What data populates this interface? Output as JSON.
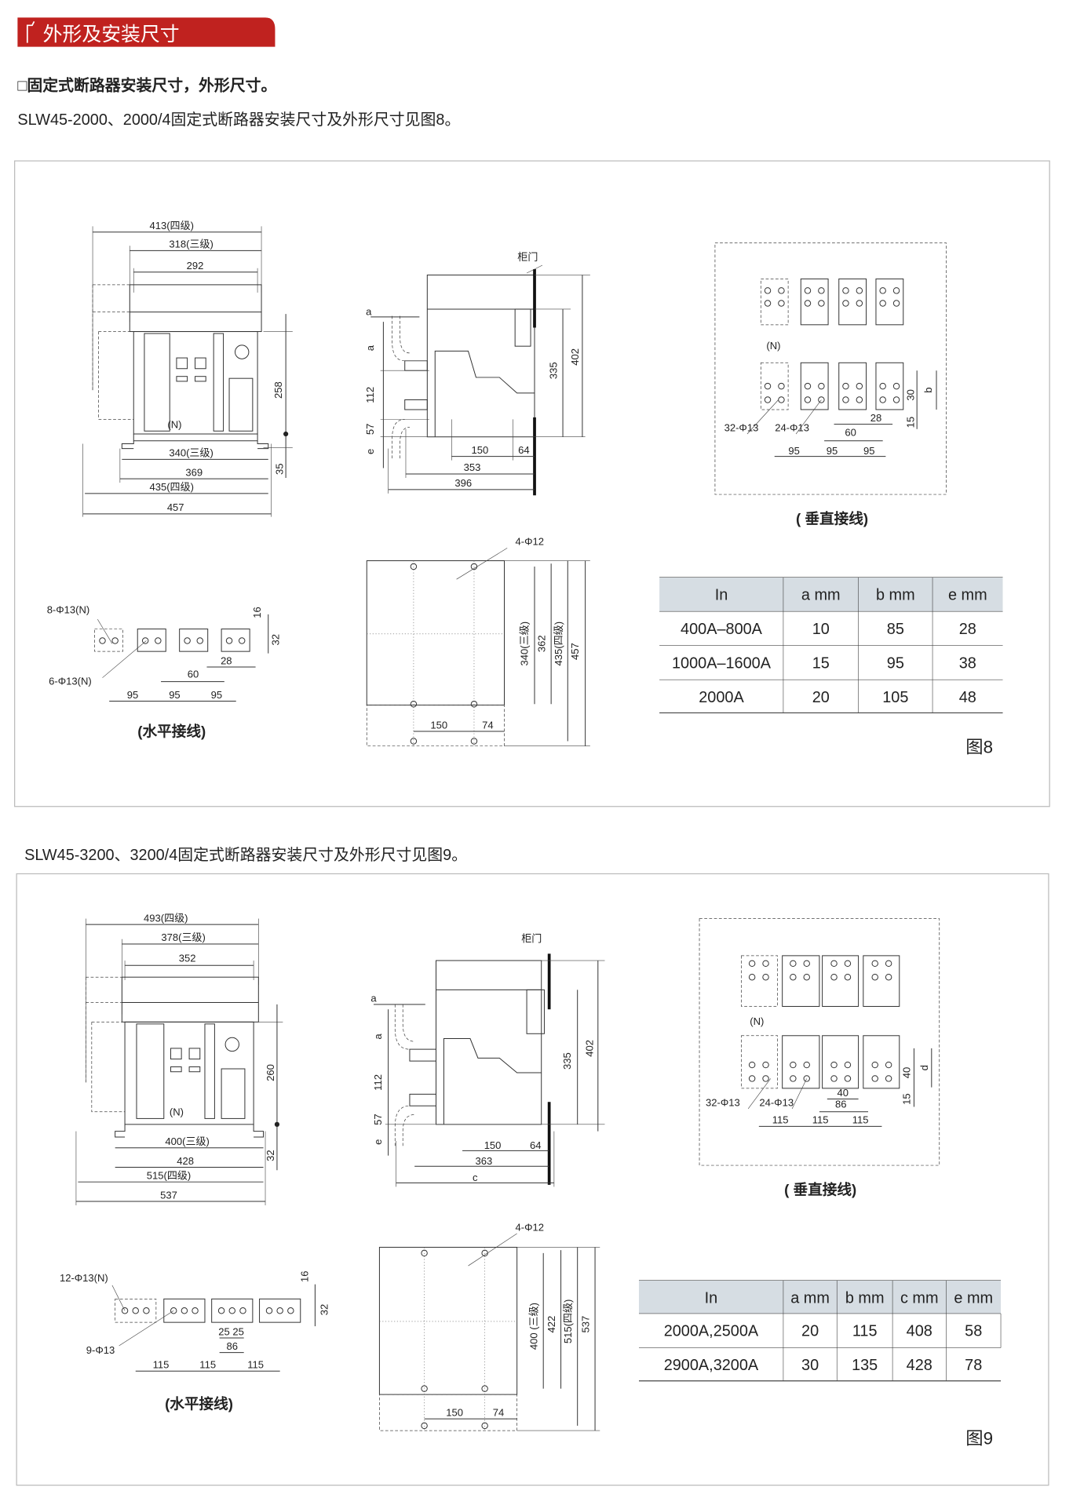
{
  "header": {
    "title": "外形及安装尺寸",
    "color": "#c0221f"
  },
  "intro": {
    "line1": "□固定式断路器安装尺寸，外形尺寸。",
    "line2": "SLW45-2000、2000/4固定式断路器安装尺寸及外形尺寸见图8。",
    "line3": "SLW45-3200、3200/4固定式断路器安装尺寸及外形尺寸见图9。"
  },
  "fig8": {
    "front": [
      "413(四级)",
      "318(三级)",
      "292",
      "(N)",
      "258",
      "35",
      "340(三级)",
      "369",
      "435(四级)",
      "457"
    ],
    "side": [
      "柜门",
      "a",
      "a",
      "112",
      "57",
      "e",
      "335",
      "402",
      "150",
      "64",
      "353",
      "396"
    ],
    "vertical": [
      "(N)",
      "32-Φ13",
      "24-Φ13",
      "60",
      "28",
      "30",
      "b",
      "15",
      "95",
      "95",
      "95",
      "( 垂直接线)"
    ],
    "mount": [
      "4-Φ12",
      "340(三级)",
      "362",
      "435(四级)",
      "457",
      "150",
      "74"
    ],
    "horizontal": [
      "8-Φ13(N)",
      "6-Φ13(N)",
      "16",
      "32",
      "60",
      "28",
      "95",
      "95",
      "95",
      "(水平接线)"
    ],
    "table": {
      "headers": [
        "In",
        "a  mm",
        "b  mm",
        "e  mm"
      ],
      "rows": [
        [
          "400A–800A",
          "10",
          "85",
          "28"
        ],
        [
          "1000A–1600A",
          "15",
          "95",
          "38"
        ],
        [
          "2000A",
          "20",
          "105",
          "48"
        ]
      ]
    },
    "caption": "图8"
  },
  "fig9": {
    "front": [
      "493(四级)",
      "378(三级)",
      "352",
      "(N)",
      "260",
      "32",
      "400(三级)",
      "428",
      "515(四级)",
      "537"
    ],
    "side": [
      "柜门",
      "a",
      "a",
      "112",
      "57",
      "e",
      "335",
      "402",
      "150",
      "64",
      "363",
      "c"
    ],
    "vertical": [
      "(N)",
      "32-Φ13",
      "24-Φ13",
      "40",
      "86",
      "40",
      "d",
      "15",
      "115",
      "115",
      "115",
      "( 垂直接线)"
    ],
    "mount": [
      "4-Φ12",
      "400 (三级)",
      "422",
      "515(四级)",
      "537",
      "150",
      "74"
    ],
    "horizontal": [
      "12-Φ13(N)",
      "9-Φ13",
      "16",
      "32",
      "25 25",
      "86",
      "115",
      "115",
      "115",
      "(水平接线)"
    ],
    "table": {
      "headers": [
        "In",
        "a  mm",
        "b  mm",
        "c  mm",
        "e mm"
      ],
      "rows": [
        [
          "2000A,2500A",
          "20",
          "115",
          "408",
          "58"
        ],
        [
          "2900A,3200A",
          "30",
          "135",
          "428",
          "78"
        ]
      ]
    },
    "caption": "图9"
  }
}
